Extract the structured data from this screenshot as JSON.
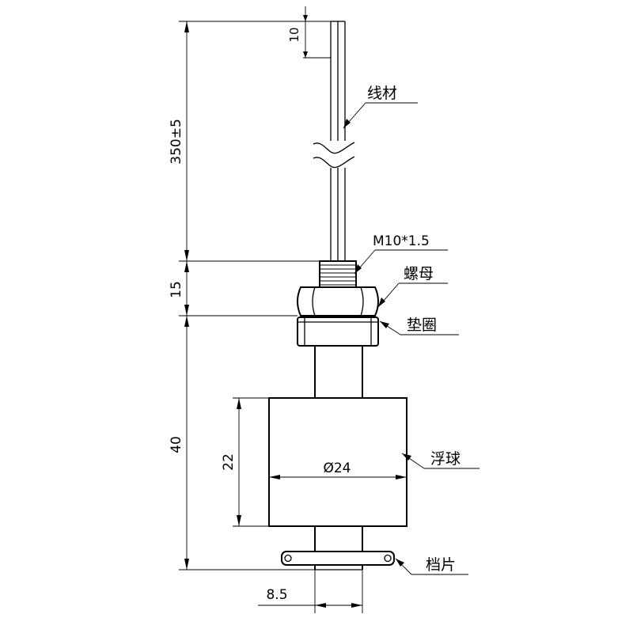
{
  "drawing": {
    "dimensions": {
      "wire_strip": "10",
      "wire_length": "350±5",
      "thread_height": "15",
      "body_length": "40",
      "float_height": "22",
      "float_diameter": "Ø24",
      "stem_width": "8.5"
    },
    "callouts": {
      "wire": "线材",
      "thread": "M10*1.5",
      "nut": "螺母",
      "washer": "垫圈",
      "float": "浮球",
      "stopper": "档片"
    },
    "color": "#000000"
  }
}
